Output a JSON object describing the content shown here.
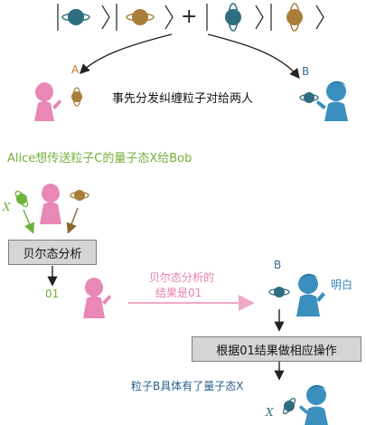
{
  "labels": {
    "party_a": "A",
    "party_b_top": "B",
    "party_b_mid": "B",
    "distribute_note": "事先分发纠缠粒子对给两人",
    "alice_task": "Alice想传送粒子C的量子态X给Bob",
    "x_symbol_left": "X",
    "bell_box": "贝尔态分析",
    "result_bits": "01",
    "bell_result_line1": "贝尔态分析的",
    "bell_result_line2": "结果是01",
    "understood": "明白",
    "operate_box": "根据01结果做相应操作",
    "final_state": "粒子B具体有了量子态X",
    "x_symbol_bottom": "X",
    "plus_sign": "+"
  },
  "colors": {
    "alice_pink": "#e987b6",
    "bob_blue": "#3a8fbe",
    "teal_particle": "#2f6e80",
    "gold_particle": "#a87e3a",
    "green_particle": "#6cb53d",
    "green_text": "#72b13a",
    "pink_text": "#e57fb0",
    "blue_text": "#3080b8",
    "box_gray": "#d5d5d5"
  },
  "icons": [
    "saturn-particle-icon",
    "person-icon",
    "arrow-icon"
  ]
}
